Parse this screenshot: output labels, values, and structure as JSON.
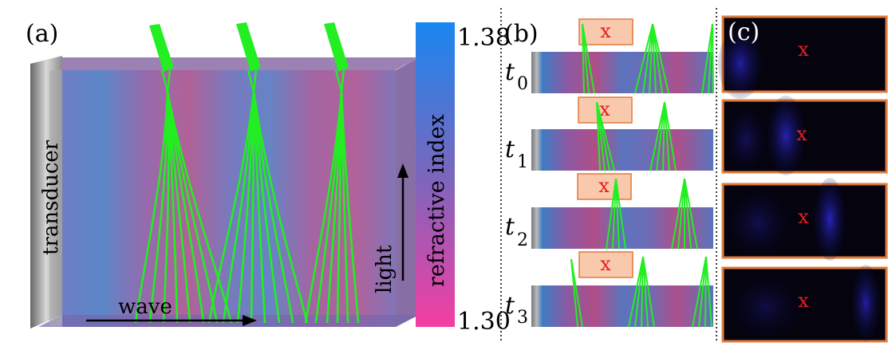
{
  "panels": {
    "a": {
      "label": "(a)",
      "transducer": "transducer",
      "wave": "wave",
      "light": "light"
    },
    "colorbar": {
      "max": "1.38",
      "min": "1.30",
      "title": "refractive index"
    },
    "b": {
      "label": "(b)",
      "times": [
        "t",
        "t",
        "t",
        "t"
      ],
      "subs": [
        "0",
        "1",
        "2",
        "3"
      ],
      "marker": "x"
    },
    "c": {
      "label": "(c)",
      "marker": "x"
    }
  },
  "colors": {
    "ray": "#22ee22",
    "frame": "#e07a3a",
    "box": "#f9c9ad",
    "marker": "#e32020"
  }
}
